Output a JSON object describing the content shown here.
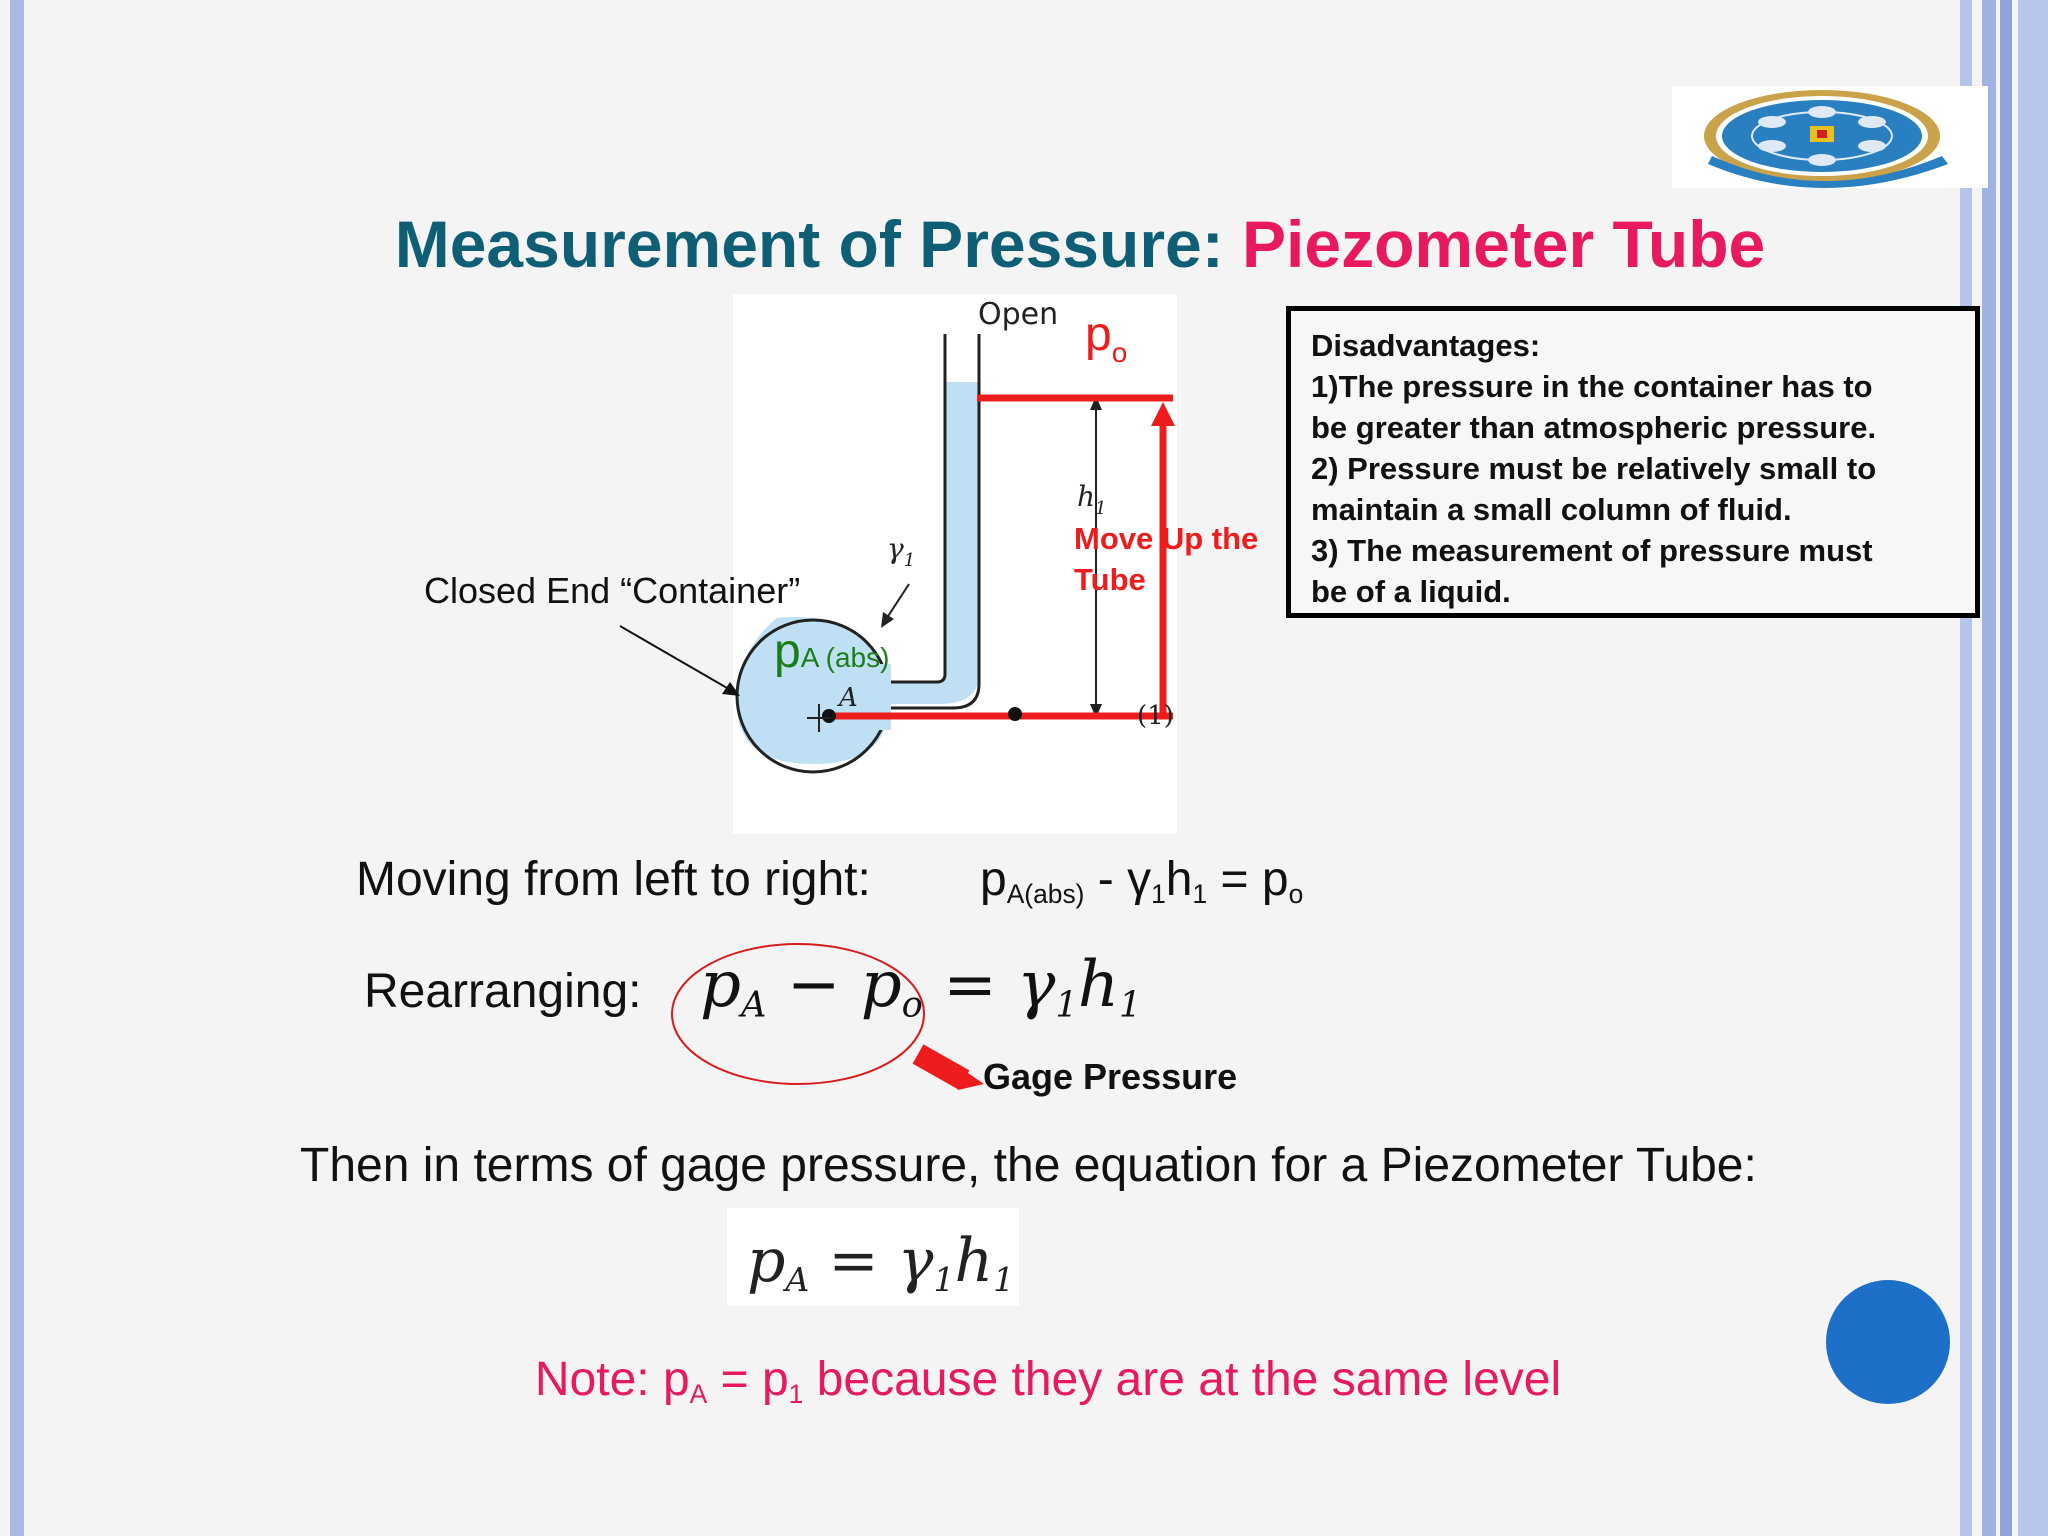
{
  "slide": {
    "title_part1": "Measurement of Pressure: ",
    "title_part2": "Piezometer Tube"
  },
  "diagram": {
    "open_label": "Open",
    "po_label": "p",
    "po_sub": "o",
    "h1_label": "h",
    "h1_sub": "1",
    "move_label_line1": "Move Up the",
    "move_label_line2": "Tube",
    "gamma_label": "γ",
    "gamma_sub": "1",
    "closed_label": "Closed End “Container”",
    "pa_label": "p",
    "pa_sub": "A (abs)",
    "a_label": "A",
    "point_label": "(1)"
  },
  "disadvantages": {
    "heading": "Disadvantages:",
    "lines": [
      "1)The pressure in the container has to",
      "be greater than atmospheric pressure.",
      "2) Pressure must be relatively small to",
      "maintain a small column of fluid.",
      "3) The measurement of pressure must",
      "be of a liquid."
    ]
  },
  "equations": {
    "moving_label": "Moving from left to right:",
    "moving_p": "p",
    "moving_p_sub": "A(abs)",
    "moving_minus": " - γ",
    "moving_g_sub": "1",
    "moving_h": "h",
    "moving_h_sub": "1",
    "moving_eq": " = p",
    "moving_o_sub": "o",
    "rearranging_label": "Rearranging:",
    "r_pa": "p",
    "r_pa_sub": "A",
    "r_minus": " − ",
    "r_po": "p",
    "r_po_sub": "o",
    "r_eq": " = γ",
    "r_g_sub": "1",
    "r_h": "h",
    "r_h_sub": "1",
    "gage_label": "Gage Pressure",
    "then_text": "Then in terms of gage pressure, the equation for a Piezometer Tube:",
    "final_p": "p",
    "final_p_sub": "A",
    "final_eq": " = γ",
    "final_g_sub": "1",
    "final_h": "h",
    "final_h_sub": "1"
  },
  "note": {
    "prefix": "Note: p",
    "sub_a": "A",
    "mid": " = p",
    "sub_1": "1",
    "suffix": " because they are at the same level"
  },
  "colors": {
    "title_teal": "#0e5f75",
    "title_pink": "#e8195c",
    "accent_red": "#ee1c1c",
    "fluid_blue": "#bfe0f4",
    "circle_blue": "#1e6fc8",
    "green_label": "#1a7d1a"
  },
  "logo": {
    "icon": "gear-logo-icon"
  }
}
